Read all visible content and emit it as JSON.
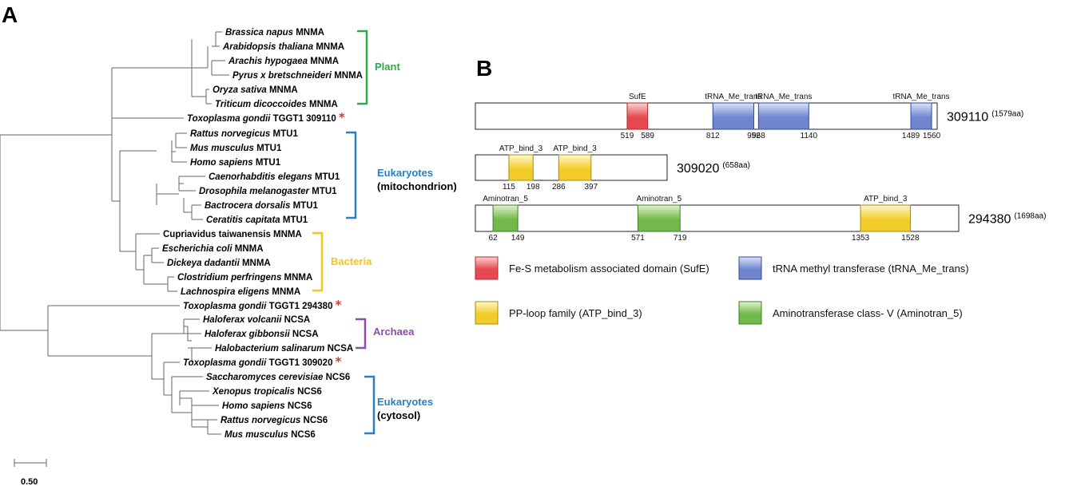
{
  "panel_a_label": "A",
  "panel_b_label": "B",
  "tree": {
    "leaves": [
      {
        "species": "Brassica napus",
        "gene": "MNMA"
      },
      {
        "species": "Arabidopsis thaliana",
        "gene": "MNMA"
      },
      {
        "species": "Arachis hypogaea",
        "gene": "MNMA"
      },
      {
        "species": "Pyrus x bretschneideri",
        "gene": "MNMA"
      },
      {
        "species": "Oryza sativa",
        "gene": "MNMA"
      },
      {
        "species": "Triticum dicoccoides",
        "gene": "MNMA"
      },
      {
        "species": "Toxoplasma gondii",
        "gene": "TGGT1 309110",
        "star": true
      },
      {
        "species": "Rattus norvegicus",
        "gene": "MTU1"
      },
      {
        "species": "Mus musculus",
        "gene": "MTU1"
      },
      {
        "species": "Homo sapiens",
        "gene": "MTU1"
      },
      {
        "species": "Caenorhabditis elegans",
        "gene": "MTU1"
      },
      {
        "species": "Drosophila melanogaster",
        "gene": "MTU1"
      },
      {
        "species": "Bactrocera dorsalis",
        "gene": "MTU1"
      },
      {
        "species": "Ceratitis capitata",
        "gene": "MTU1"
      },
      {
        "species": "",
        "gene": "Cupriavidus taiwanensis MNMA"
      },
      {
        "species": "Escherichia coli",
        "gene": "MNMA"
      },
      {
        "species": "Dickeya dadantii",
        "gene": "MNMA"
      },
      {
        "species": "Clostridium perfringens",
        "gene": "MNMA"
      },
      {
        "species": "Lachnospira eligens",
        "gene": "MNMA"
      },
      {
        "species": "Toxoplasma gondii",
        "gene": "TGGT1 294380",
        "star": true
      },
      {
        "species": "Haloferax volcanii",
        "gene": "NCSA"
      },
      {
        "species": "Haloferax gibbonsii",
        "gene": "NCSA"
      },
      {
        "species": "Halobacterium salinarum",
        "gene": "NCSA"
      },
      {
        "species": "Toxoplasma gondii",
        "gene": "TGGT1 309020",
        "star": true
      },
      {
        "species": "Saccharomyces cerevisiae",
        "gene": "NCS6"
      },
      {
        "species": "Xenopus tropicalis",
        "gene": "NCS6"
      },
      {
        "species": "Homo sapiens",
        "gene": "NCS6"
      },
      {
        "species": "Rattus norvegicus",
        "gene": "NCS6"
      },
      {
        "species": "Mus musculus",
        "gene": "NCS6"
      }
    ],
    "star_symbol": "*",
    "star_color": "#e8312f",
    "groups": [
      {
        "name": "Plant",
        "sub": "",
        "color": "#2eaa4a"
      },
      {
        "name": "Eukaryotes",
        "sub": "(mitochondrion)",
        "color": "#2a7fc4"
      },
      {
        "name": "Bacteria",
        "sub": "",
        "color": "#f5c518"
      },
      {
        "name": "Archaea",
        "sub": "",
        "color": "#8a4fa8"
      },
      {
        "name": "Eukaryotes",
        "sub": "(cytosol)",
        "color": "#2a7fc4"
      }
    ],
    "scale_bar_label": "0.50"
  },
  "proteins": [
    {
      "id": "309110",
      "length_label": "(1579aa)",
      "length": 1579,
      "domains": [
        {
          "name": "SufE",
          "type": "sufe",
          "start": 519,
          "end": 589,
          "start_label": "519",
          "end_label": "589"
        },
        {
          "name": "tRNA_Me_trans",
          "type": "trna",
          "start": 812,
          "end": 952,
          "start_label": "812",
          "end_label": "952"
        },
        {
          "name": "tRNA_Me_trans",
          "type": "trna",
          "start": 968,
          "end": 1140,
          "start_label": "968",
          "end_label": "1140"
        },
        {
          "name": "tRNA_Me_trans",
          "type": "trna",
          "start": 1489,
          "end": 1560,
          "start_label": "1489",
          "end_label": "1560"
        }
      ]
    },
    {
      "id": "309020",
      "length_label": "(658aa)",
      "length": 658,
      "domains": [
        {
          "name": "ATP_bind_3",
          "type": "atp",
          "start": 115,
          "end": 198,
          "start_label": "115",
          "end_label": "198"
        },
        {
          "name": "ATP_bind_3",
          "type": "atp",
          "start": 286,
          "end": 397,
          "start_label": "286",
          "end_label": "397"
        }
      ]
    },
    {
      "id": "294380",
      "length_label": "(1698aa)",
      "length": 1698,
      "domains": [
        {
          "name": "Aminotran_5",
          "type": "amino",
          "start": 62,
          "end": 149,
          "start_label": "62",
          "end_label": "149"
        },
        {
          "name": "Aminotran_5",
          "type": "amino",
          "start": 571,
          "end": 719,
          "start_label": "571",
          "end_label": "719"
        },
        {
          "name": "ATP_bind_3",
          "type": "atp",
          "start": 1353,
          "end": 1528,
          "start_label": "1353",
          "end_label": "1528"
        }
      ]
    }
  ],
  "domain_colors": {
    "sufe": {
      "top": "#fbd3d3",
      "mid": "#e8484f",
      "edge": "#b02a30"
    },
    "trna": {
      "top": "#dbe3f6",
      "mid": "#6f86cf",
      "edge": "#35489a"
    },
    "atp": {
      "top": "#fff8cf",
      "mid": "#f2cd2a",
      "edge": "#a88a0c"
    },
    "amino": {
      "top": "#dff2cf",
      "mid": "#72b84a",
      "edge": "#3f7f22"
    }
  },
  "legend": [
    {
      "type": "sufe",
      "label": "Fe-S metabolism associated domain (SufE)"
    },
    {
      "type": "trna",
      "label": "tRNA methyl transferase (tRNA_Me_trans)"
    },
    {
      "type": "atp",
      "label": "PP-loop family (ATP_bind_3)"
    },
    {
      "type": "amino",
      "label": "Aminotransferase class- V (Aminotran_5)"
    }
  ]
}
